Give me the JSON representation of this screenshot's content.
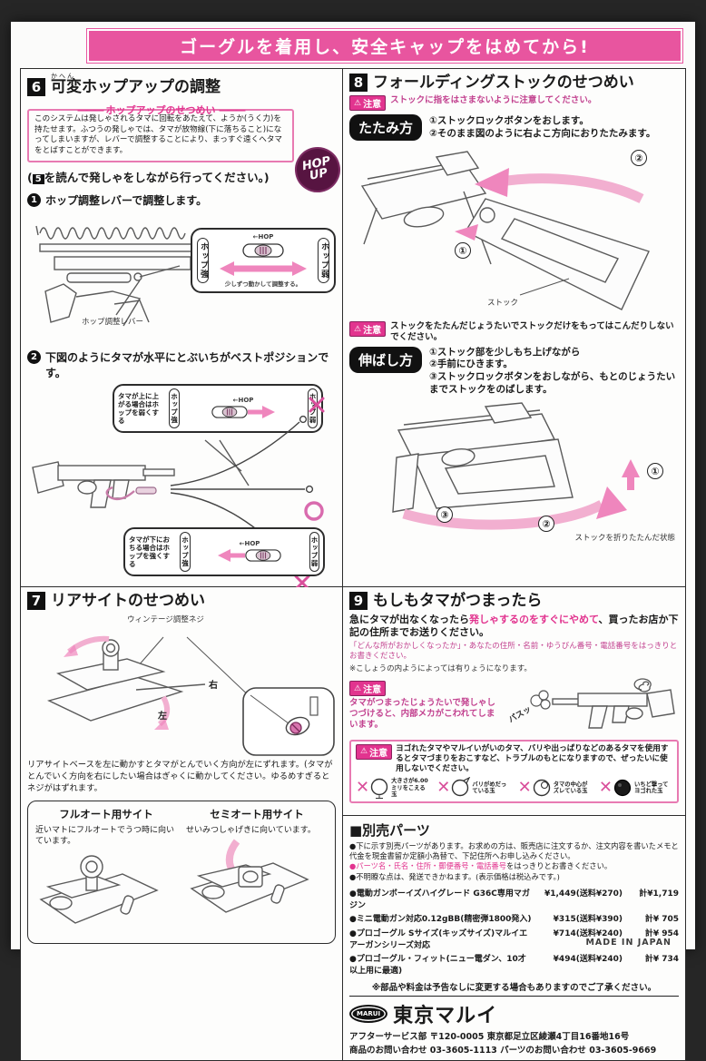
{
  "colors": {
    "pink_accent": "#e2348f",
    "banner_pink": "#e8559f",
    "arc_pink": "#f2afd0"
  },
  "banner": "ゴーグルを着用し、安全キャップをはめてから!",
  "s6": {
    "num": "6",
    "furigana": "かへん",
    "title": "可変ホップアップの調整",
    "box_title": "ホップアップのせつめい",
    "box_body": "このシステムは発しゃされるタマに回転をあたえて、ようか(うく力)を持たせます。ふつうの発しゃでは、タマが放物線(下に落ちること)になってしまいますが、レバーで調整することにより、まっすぐ遠くへタマをとばすことができます。",
    "hop_badge_top": "HOP",
    "hop_badge_bottom": "UP",
    "note5_pre": "(",
    "note5_num": "5",
    "note5_post": "を読んで発しゃをしながら行ってください。)",
    "step1_num": "1",
    "step1": "ホップ調整レバーで調整します。",
    "lever_label": "ホップ調整レバー",
    "hop_indicator": "←HOP",
    "strong": "ホップ強",
    "weak": "ホップ弱",
    "adjust_caption": "少しずつ動かして調整する。",
    "step2_num": "2",
    "step2": "下図のようにタマが水平にとぶいちがベストポジションです。",
    "up_note": "タマが上に上がる場合はホップを弱くする",
    "down_note": "タマが下におちる場合はホップを強くする"
  },
  "s7": {
    "num": "7",
    "title": "リアサイトのせつめい",
    "windage_label": "ウィンテージ調整ネジ",
    "right": "右",
    "left": "左",
    "body": "リアサイトベースを左に動かすとタマがとんでいく方向が左にずれます。(タマがとんでいく方向を右にしたい場合はぎゃくに動かしてください。ゆるめすぎるとネジがはずれます。",
    "full_title": "フルオート用サイト",
    "full_desc": "近いマトにフルオートでうつ時に向いています。",
    "semi_title": "セミオート用サイト",
    "semi_desc": "せいみつしゃげきに向いています。"
  },
  "s8": {
    "num": "8",
    "title": "フォールディングストックのせつめい",
    "caution_label": "注意",
    "caution1": "ストックに指をはさまないように注意してください。",
    "fold_label": "たたみ方",
    "fold_step1": "①ストックロックボタンをおします。",
    "fold_step2": "②そのまま図のように右よこ方向におりたたみます。",
    "stock_label": "ストック",
    "caution2": "ストックをたたんだじょうたいでストックだけをもってはこんだりしないでください。",
    "extend_label": "伸ばし方",
    "extend_step1": "①ストック部を少しもち上げながら",
    "extend_step2": "②手前にひきます。",
    "extend_step3": "③ストックロックボタンをおしながら、もとのじょうたいまでストックをのばします。",
    "folded_label": "ストックを折りたたんだ状態",
    "n1": "①",
    "n2": "②",
    "n3": "③"
  },
  "s9": {
    "num": "9",
    "title": "もしもタマがつまったら",
    "body_pre": "急にタマが出なくなったら",
    "body_hl": "発しゃするのをすぐにやめて",
    "body_post": "、買ったお店か下記の住所までお送りください。",
    "note1": "「どんな所がおかしくなったか」・あなたの住所・名前・ゆうびん番号・電話番号をはっきりとお書きください。",
    "note2": "※こしょうの内ようによっては有りょうになります。",
    "caution_label": "注意",
    "caution1": "タマがつまったじょうたいで発しゃしつづけると、内部メカがこわれてしまいます。",
    "sfx": "パスッ",
    "caution2": "ヨゴれたタマやマルイいがいのタマ、バリや出っぱりなどのあるタマを使用するとタマづまりをおこすなど、トラブルのもとになりますので、ぜったいに使用しないでください。",
    "bad1": "大きさが6.00ミリをこえる玉",
    "bad2": "バリがめだっている玉",
    "bad3": "タマの中心がズレている玉",
    "bad4": "いちど撃ってヨゴれた玉"
  },
  "parts": {
    "title": "■別売パーツ",
    "note1": "●下に示す別売パーツがあります。お求めの方は、販売店に注文するか、注文内容を書いたメモと代金を現金書留か定額小為替で、下記住所へお申し込みください。",
    "note2_hl": "●パーツ名・氏名・住所・郵便番号・電話番号",
    "note2_rest": "をはっきりとお書きください。",
    "note3": "●不明瞭な点は、発送できかねます。(表示価格は税込みです。)",
    "items": [
      {
        "name": "●電動ガンボーイズハイグレード G36C専用マガジン",
        "price": "¥1,449(送料¥270)",
        "total": "計¥1,719"
      },
      {
        "name": "●ミニ電動ガン対応0.12gBB(精密弾1800発入)",
        "price": "¥315(送料¥390)",
        "total": "計¥ 705"
      },
      {
        "name": "●プロゴーグル Sサイズ(キッズサイズ)マルイエアーガンシリーズ対応",
        "price": "¥714(送料¥240)",
        "total": "計¥ 954"
      },
      {
        "name": "●プロゴーグル・フィット(ニュー電ダン、10才以上用に最適)",
        "price": "¥494(送料¥240)",
        "total": "計¥ 734"
      }
    ],
    "disclaimer": "※部品や料金は予告なしに変更する場合もありますのでご了承ください。"
  },
  "footer": {
    "logo": "MARUI",
    "brand": "東京マルイ",
    "address": "アフターサービス部 〒120-0005 東京都足立区綾瀬4丁目16番地16号",
    "contacts": "商品のお問い合わせ 03-3605-1113 パーツのお問い合わせ 03-3605-9669",
    "made_in": "MADE IN JAPAN"
  }
}
